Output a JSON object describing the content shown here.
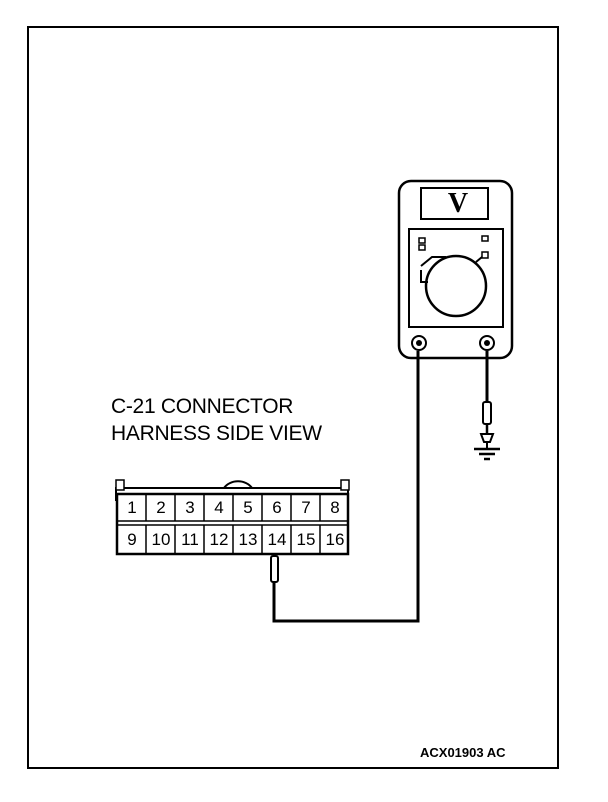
{
  "connector": {
    "title_line1": "C-21 CONNECTOR",
    "title_line2": "HARNESS SIDE VIEW",
    "top_row_pins": [
      "1",
      "2",
      "3",
      "4",
      "5",
      "6",
      "7",
      "8"
    ],
    "bottom_row_pins": [
      "9",
      "10",
      "11",
      "12",
      "13",
      "14",
      "15",
      "16"
    ]
  },
  "meter": {
    "symbol": "V"
  },
  "figure": {
    "reference_code": "ACX01903 AC"
  }
}
